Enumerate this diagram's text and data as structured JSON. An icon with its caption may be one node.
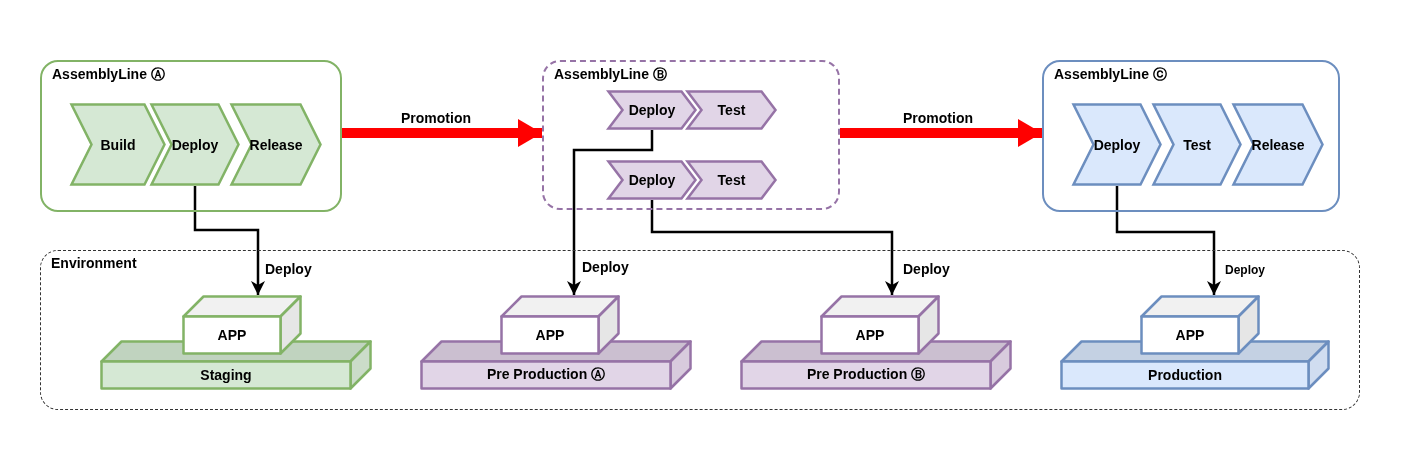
{
  "diagram": {
    "nodes": [
      {
        "text": [
          "AssemblyLine Ⓐ"
        ]
      },
      {
        "text": [
          "Build"
        ],
        "in": 0
      },
      {
        "text": [
          "Deploy"
        ],
        "in": 0
      },
      {
        "text": [
          "Release"
        ],
        "in": 0
      },
      {
        "text": [
          "AssemblyLine Ⓑ"
        ]
      },
      {
        "text": [
          "Deploy"
        ],
        "in": 4
      },
      {
        "text": [
          "Test"
        ],
        "in": 4
      },
      {
        "text": [
          "Deploy"
        ],
        "in": 4
      },
      {
        "text": [
          "Test"
        ],
        "in": 4
      },
      {
        "text": [
          "AssemblyLine ⓒ"
        ]
      },
      {
        "text": [
          "Deploy"
        ],
        "in": 9
      },
      {
        "text": [
          "Test"
        ],
        "in": 9
      },
      {
        "text": [
          "Release"
        ],
        "in": 9
      },
      {
        "text": [
          "Environment"
        ]
      },
      {
        "text": [
          "Staging"
        ],
        "in": 13
      },
      {
        "text": [
          "APP"
        ],
        "in": 13
      },
      {
        "text": [
          "Pre Production Ⓐ"
        ],
        "in": 13
      },
      {
        "text": [
          "APP"
        ],
        "in": 13
      },
      {
        "text": [
          "Pre Production Ⓑ"
        ],
        "in": 13
      },
      {
        "text": [
          "APP"
        ],
        "in": 13
      },
      {
        "text": [
          "Production"
        ],
        "in": 13
      },
      {
        "text": [
          "APP"
        ],
        "in": 13
      }
    ],
    "edges": [
      {
        "from": 0,
        "to": 4,
        "arrow": "to",
        "label": "Promotion",
        "style": "thick",
        "color": "#ff0000"
      },
      {
        "from": 4,
        "to": 9,
        "arrow": "to",
        "label": "Promotion",
        "style": "thick",
        "color": "#ff0000"
      },
      {
        "from": 2,
        "to": 15,
        "arrow": "to",
        "label": "Deploy"
      },
      {
        "from": 5,
        "to": 17,
        "arrow": "to",
        "label": "Deploy"
      },
      {
        "from": 7,
        "to": 19,
        "arrow": "to",
        "label": "Deploy"
      },
      {
        "from": 10,
        "to": 21,
        "arrow": "to",
        "label": "Deploy"
      }
    ]
  }
}
